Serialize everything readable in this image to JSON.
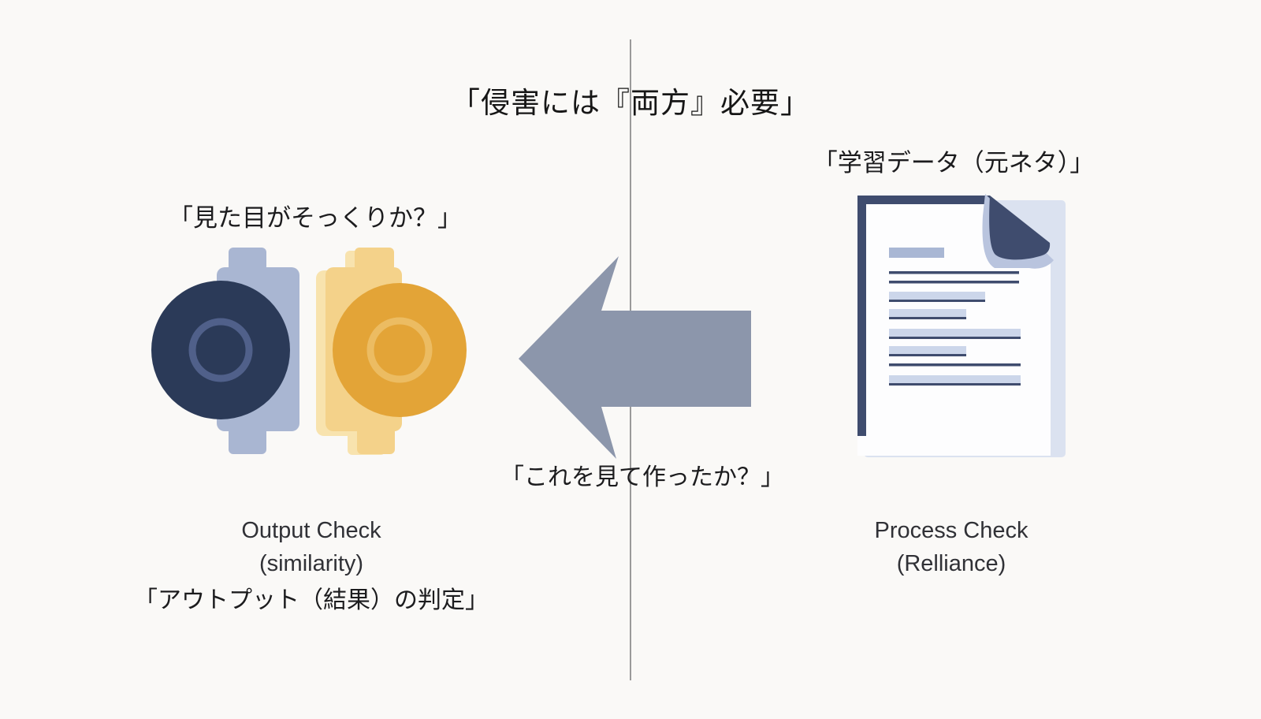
{
  "canvas": {
    "background": "#faf9f7",
    "divider_color": "#9a9a9a"
  },
  "title": {
    "text": "「侵害には『両方』必要」"
  },
  "left": {
    "question": "「見た目がそっくりか？」",
    "caption_line1": "Output Check",
    "caption_line2": "(similarity)",
    "caption_jp": "「アウトプット（結果）の判定」",
    "icon": "two-stamps-comparison-icon",
    "colors": {
      "stamp_body_blue": "#a9b6d2",
      "stamp_circle_navy": "#2b3a58",
      "stamp_ring_navy": "#50608a",
      "stamp_body_yellow": "#f4d28a",
      "stamp_body_yellow_back": "#f8e3ae",
      "stamp_circle_gold": "#e3a437",
      "stamp_ring_gold": "#ecbc62"
    }
  },
  "center": {
    "question": "「これを見て作ったか？」",
    "icon": "left-arrow-icon",
    "colors": {
      "arrow": "#8c96ab"
    }
  },
  "right": {
    "label_jp": "「学習データ（元ネタ）」",
    "caption_line1": "Process Check",
    "caption_line2": "(Relliance)",
    "icon": "document-icon",
    "colors": {
      "doc_frame_navy": "#3f4c6e",
      "doc_page": "#fdfdfe",
      "doc_back": "#dbe2f0",
      "doc_fold_edge": "#b9c4de",
      "doc_bar_light": "#ccd6ea",
      "doc_title_block": "#a9b7d4"
    }
  },
  "text_colors": {
    "heading": "#161616",
    "label_jp": "#1c1c1e",
    "label_en": "#303136"
  }
}
